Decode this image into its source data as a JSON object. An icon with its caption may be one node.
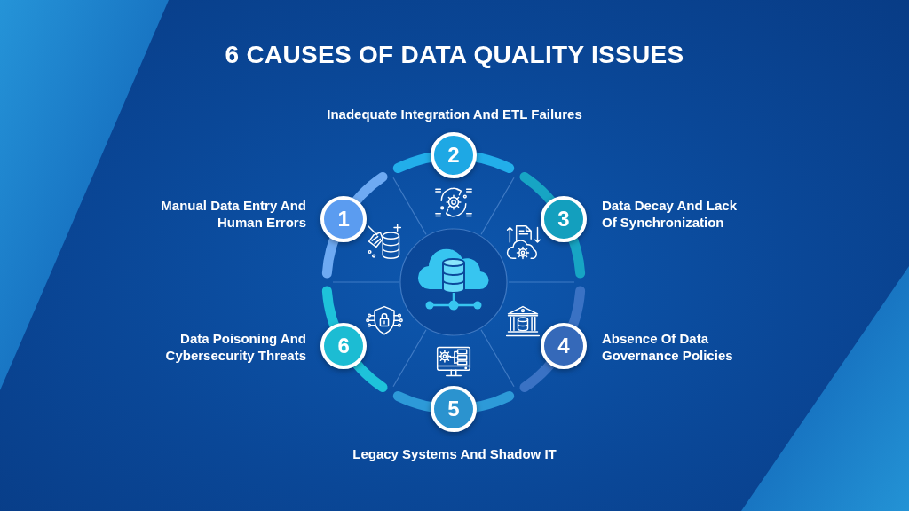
{
  "diagram": {
    "title": "6 CAUSES OF DATA QUALITY ISSUES",
    "nodes": [
      {
        "text": [
          "1"
        ],
        "beside": [
          "Manual Data Entry And Human Errors"
        ]
      },
      {
        "text": [
          "2"
        ],
        "beside": [
          "Inadequate Integration And ETL Failures"
        ]
      },
      {
        "text": [
          "3"
        ],
        "beside": [
          "Data Decay And Lack Of Synchronization"
        ]
      },
      {
        "text": [
          "4"
        ],
        "beside": [
          "Absence Of Data Governance Policies"
        ]
      },
      {
        "text": [
          "5"
        ],
        "beside": [
          "Legacy Systems And Shadow IT"
        ]
      },
      {
        "text": [
          "6"
        ],
        "beside": [
          "Data Poisoning And Cybersecurity Threats"
        ]
      }
    ]
  }
}
